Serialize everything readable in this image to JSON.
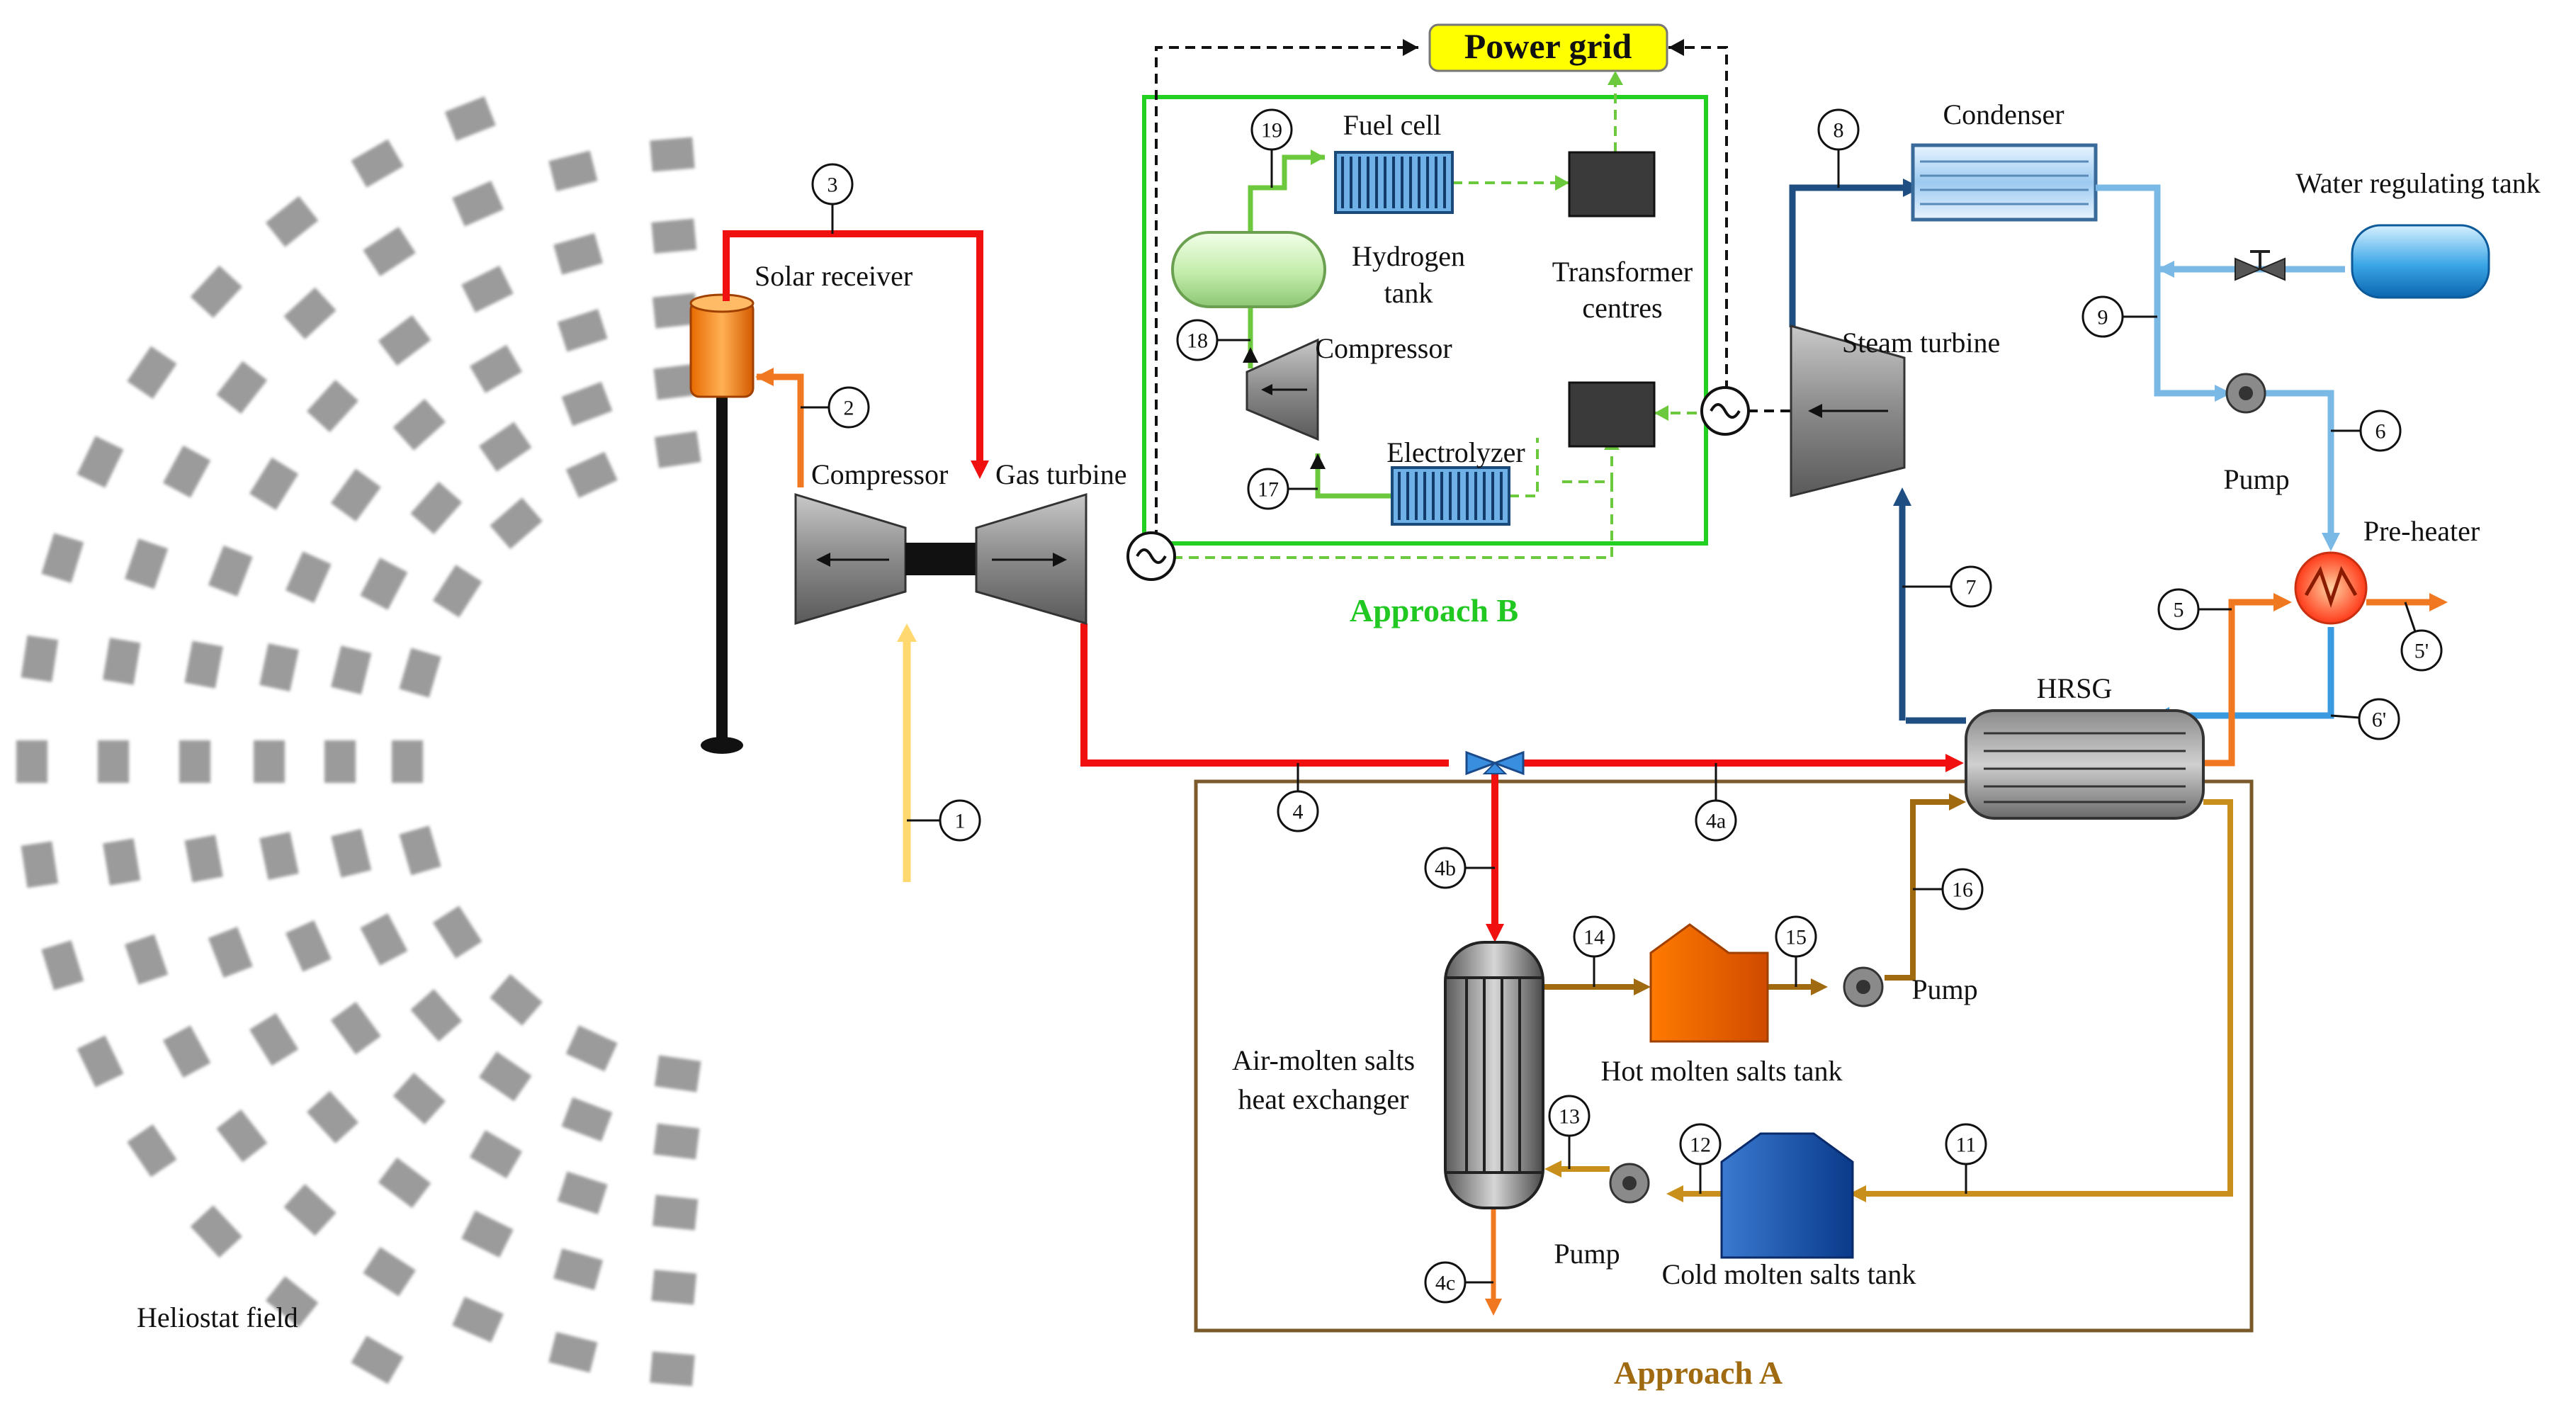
{
  "labels": {
    "power_grid": "Power grid",
    "fuel_cell": "Fuel cell",
    "hydrogen_tank": [
      "Hydrogen",
      "tank"
    ],
    "transformer": [
      "Transformer",
      "centres"
    ],
    "compressor_b": "Compressor",
    "electrolyzer": "Electrolyzer",
    "approach_b": "Approach B",
    "approach_a": "Approach A",
    "solar_receiver": "Solar receiver",
    "compressor": "Compressor",
    "gas_turbine": "Gas turbine",
    "condenser": "Condenser",
    "water_tank": "Water regulating tank",
    "steam_turbine": "Steam turbine",
    "pump_top": "Pump",
    "preheater": "Pre-heater",
    "hrsg": "HRSG",
    "pump_hot": "Pump",
    "hot_tank": "Hot molten salts tank",
    "heat_exchanger": [
      "Air-molten salts",
      "heat exchanger"
    ],
    "pump_cold": "Pump",
    "cold_tank": "Cold molten salts tank",
    "heliostat_field": "Heliostat field"
  },
  "states": {
    "s1": "1",
    "s2": "2",
    "s3": "3",
    "s4": "4",
    "s4a": "4a",
    "s4b": "4b",
    "s4c": "4c",
    "s5": "5",
    "s5p": "5'",
    "s6": "6",
    "s6p": "6'",
    "s7": "7",
    "s8": "8",
    "s9": "9",
    "s11": "11",
    "s12": "12",
    "s13": "13",
    "s14": "14",
    "s15": "15",
    "s16": "16",
    "s17": "17",
    "s18": "18",
    "s19": "19"
  },
  "colors": {
    "hot_air": "#f01010",
    "compressed_air": "#f07820",
    "ambient_air": "#ffd870",
    "molten_salt": "#c8901a",
    "hot_salt_loop": "#a06a10",
    "steam": "#1f4e82",
    "water": "#7ab8e6",
    "hydrogen_loop": "#6cc83c",
    "approach_b_box": "#22d022",
    "approach_a_box": "#7a5a2a",
    "power_grid_fill": "#ffff00"
  }
}
